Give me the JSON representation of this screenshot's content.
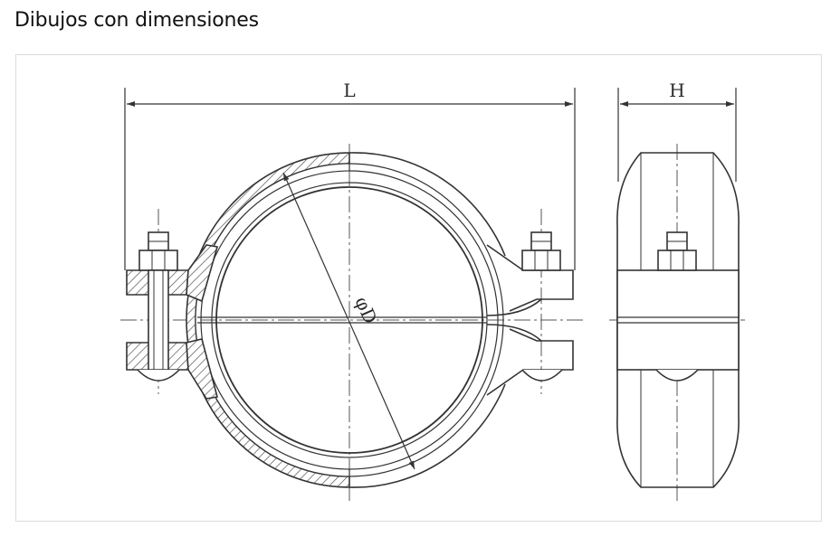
{
  "section": {
    "title": "Dibujos con dimensiones"
  },
  "drawing": {
    "dimensions": {
      "length_label": "L",
      "height_label": "H",
      "diameter_label": "φD"
    }
  }
}
